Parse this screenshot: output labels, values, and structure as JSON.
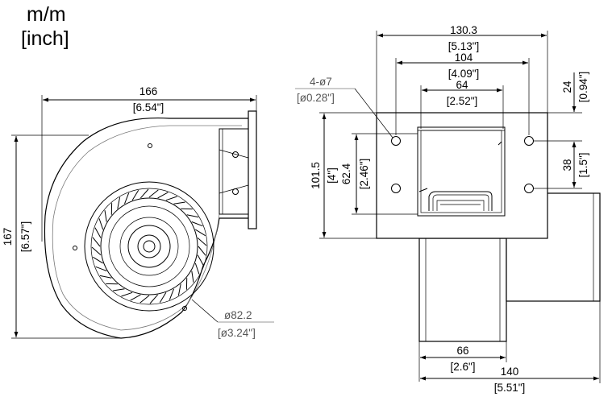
{
  "units": {
    "metric": "m/m",
    "imperial": "[inch]"
  },
  "side_view": {
    "width_mm": "166",
    "width_in": "[6.54\"]",
    "height_mm": "167",
    "height_in": "[6.57\"]",
    "wheel_dia_mm": "ø82.2",
    "wheel_dia_in": "ø3.24\""
  },
  "front_view": {
    "flange_width_mm": "130.3",
    "flange_width_in": "[5.13\"]",
    "hole_spacing_mm": "104",
    "hole_spacing_in": "[4.09\"]",
    "outlet_width_mm": "64",
    "outlet_width_in": "[2.52\"]",
    "holes_mm": "4-ø7",
    "holes_in": "ø0.28\"",
    "top_offset_mm": "24",
    "top_offset_in": "[0.94\"]",
    "flange_height_mm": "101.5",
    "flange_height_in": "[4\"]",
    "outlet_height_mm": "62.4",
    "outlet_height_in": "[2.46\"]",
    "hole_vspacing_mm": "38",
    "hole_vspacing_in": "[1.5\"]",
    "housing_width_mm": "66",
    "housing_width_in": "[2.6\"]",
    "overall_depth_mm": "140",
    "overall_depth_in": "[5.51\"]"
  }
}
